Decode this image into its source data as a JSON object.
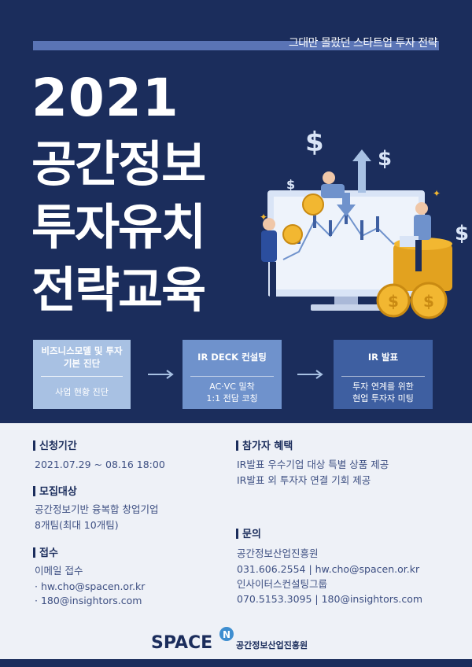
{
  "header": {
    "tagline": "그대만 몰랐던 스타트업 투자 전략",
    "year": "2021",
    "title_lines": [
      "공간정보",
      "투자유치",
      "전략교육"
    ]
  },
  "process": [
    {
      "head": "비즈니스모델 및 투자 기본 진단",
      "body": "사업 현황 진단"
    },
    {
      "head": "IR DECK 컨설팅",
      "body": "AC·VC 밀착 1:1 전담 코칭"
    },
    {
      "head": "IR 발표",
      "body": "투자 연계를 위한 현업 투자자 미팅"
    }
  ],
  "info": {
    "period": {
      "title": "신청기간",
      "value": "2021.07.29 ~ 08.16 18:00"
    },
    "target": {
      "title": "모집대상",
      "line1": "공간정보기반 융복합 창업기업",
      "line2": "8개팀(최대 10개팀)"
    },
    "apply": {
      "title": "접수",
      "line1": "이메일 접수",
      "line2": "· hw.cho@spacen.or.kr",
      "line3": "· 180@insightors.com"
    },
    "benefit": {
      "title": "참가자 혜택",
      "line1": "IR발표 우수기업 대상 특별 상품 제공",
      "line2": "IR발표 외 투자자 연결 기회 제공"
    },
    "contact": {
      "title": "문의",
      "line1": "공간정보산업진흥원",
      "line2": "031.606.2554 | hw.cho@spacen.or.kr",
      "line3": "인사이터스컨설팅그룹",
      "line4": "070.5153.3095 | 180@insightors.com"
    }
  },
  "footer": {
    "logo_word": "SPACE",
    "logo_letter": "N",
    "org": "공간정보산업진흥원"
  },
  "colors": {
    "navy": "#1b2d5c",
    "accent": "#5a74b5",
    "gold": "#f2b731",
    "light_bg": "#eef1f7"
  }
}
